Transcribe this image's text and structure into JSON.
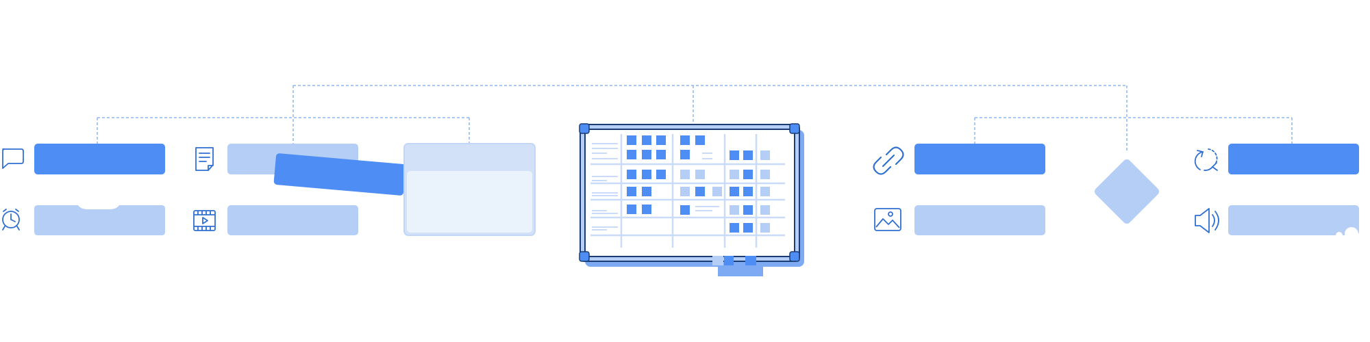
{
  "colors": {
    "primary": "#4D8DF4",
    "light": "#B5CEF6",
    "lighter": "#D2E1F8",
    "lightest": "#EAF2FC",
    "icon_stroke": "#2F6FD0",
    "connector": "#8DB6F1",
    "board_outline": "#1B3C73"
  },
  "left_group": {
    "icons": [
      "chat-bubble-icon",
      "alarm-clock-icon",
      "document-edit-icon",
      "video-file-icon"
    ],
    "bars": [
      {
        "id": "chat",
        "style": "primary"
      },
      {
        "id": "alarm",
        "style": "light"
      },
      {
        "id": "document",
        "style": "light"
      },
      {
        "id": "video",
        "style": "light"
      }
    ],
    "floating_card": {
      "style": "primary"
    },
    "panel": {
      "style": "lighter"
    }
  },
  "center": {
    "device": "calendar-board",
    "grid_rows": 7,
    "grid_cols": 4
  },
  "right_group": {
    "icons": [
      "link-icon",
      "image-icon",
      "refresh-icon",
      "speaker-icon"
    ],
    "bars": [
      {
        "id": "link",
        "style": "primary"
      },
      {
        "id": "image",
        "style": "light"
      },
      {
        "id": "refresh",
        "style": "primary"
      },
      {
        "id": "speaker",
        "style": "light"
      }
    ],
    "diamond": {
      "style": "light"
    }
  }
}
